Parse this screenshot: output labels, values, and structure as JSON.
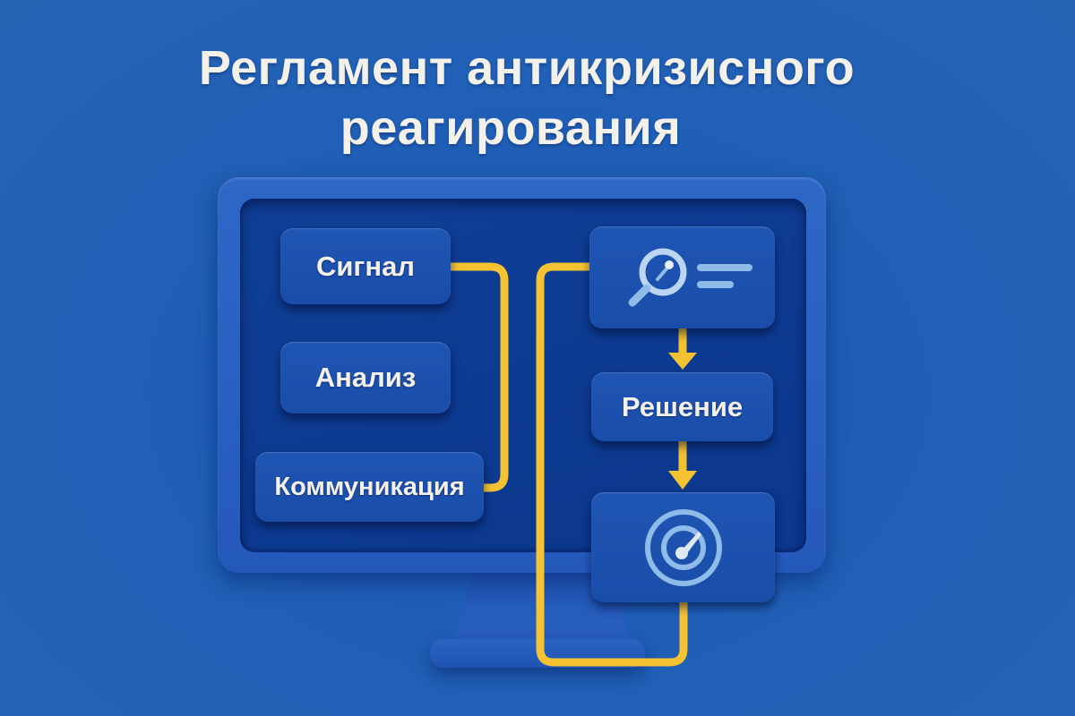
{
  "title": {
    "line1": "Регламент антикризисного",
    "line2": "реагирования"
  },
  "colors": {
    "background": "#2060b6",
    "monitor_bezel": "#2a5fc0",
    "screen": "#0d3e94",
    "box": "#1d52b0",
    "connector": "#f5c232",
    "text": "#f4f1ea",
    "icon": "#8fbbe8"
  },
  "diagram": {
    "left_steps": [
      {
        "label": "Сигнал"
      },
      {
        "label": "Анализ"
      },
      {
        "label": "Коммуникация"
      }
    ],
    "right_steps": [
      {
        "icon": "search-analysis-icon"
      },
      {
        "label": "Решение"
      },
      {
        "icon": "gauge-target-icon"
      }
    ],
    "connectors": [
      "Сигнал → Коммуникация",
      "search → Решение",
      "Решение → gauge",
      "gauge → search (loop)"
    ]
  }
}
